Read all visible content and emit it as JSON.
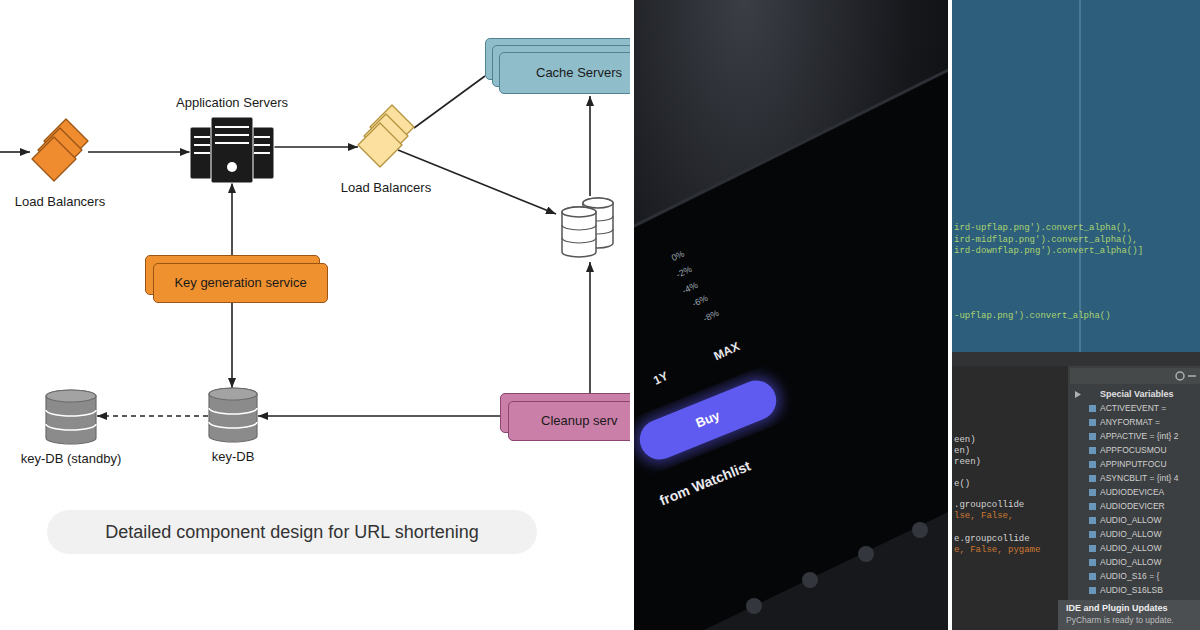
{
  "diagram": {
    "caption": "Detailed component design for URL shortening",
    "nodes": [
      {
        "text": [
          "Load Balancers"
        ]
      },
      {
        "text": [
          "Application Servers"
        ]
      },
      {
        "text": [
          "Load Balancers"
        ]
      },
      {
        "text": [
          "Cache Servers"
        ]
      },
      {
        "text": [
          "Key generation service"
        ]
      },
      {
        "text": [
          "key-DB (standby)"
        ]
      },
      {
        "text": [
          "key-DB"
        ]
      },
      {
        "text": [
          "Cleanup serv"
        ]
      }
    ],
    "edges": [
      {
        "from": 0,
        "to": 1,
        "arrow": "to"
      },
      {
        "from": 1,
        "to": 2,
        "arrow": "to"
      },
      {
        "from": 2,
        "to": 3,
        "arrow": "none"
      },
      {
        "from": 4,
        "to": 1,
        "arrow": "to"
      },
      {
        "from": 4,
        "to": 6,
        "arrow": "to"
      },
      {
        "from": 6,
        "to": 5,
        "arrow": "to"
      },
      {
        "from": 7,
        "to": 6,
        "arrow": "to"
      }
    ],
    "labels": [
      "0%",
      "-2%",
      "-4%",
      "-6%",
      "-8%",
      "1Y",
      "MAX",
      "Buy",
      "from Watchlist",
      "ird-upflap.png').convert_alpha(),",
      "ird-midflap.png').convert_alpha(),",
      "ird-downflap.png').convert_alpha()]",
      "-upflap.png').convert_alpha()",
      "een)",
      "en)",
      "reen)",
      "e()",
      ".groupcollide",
      "lse, False,",
      "e.groupcollide",
      "e, False, pygame",
      "Special Variables",
      "ACTIVEEVENT =",
      "ANYFORMAT =",
      "APPACTIVE = {int} 2",
      "APPFOCUSMOU",
      "APPINPUTFOCU",
      "ASYNCBLIT = {int} 4",
      "AUDIODEVICEA",
      "AUDIODEVICER",
      "AUDIO_ALLOW",
      "AUDIO_ALLOW",
      "AUDIO_ALLOW",
      "AUDIO_ALLOW",
      "AUDIO_S16 = {",
      "AUDIO_S16LSB",
      "IDE and Plugin Updates",
      "PyCharm is ready to update."
    ]
  }
}
